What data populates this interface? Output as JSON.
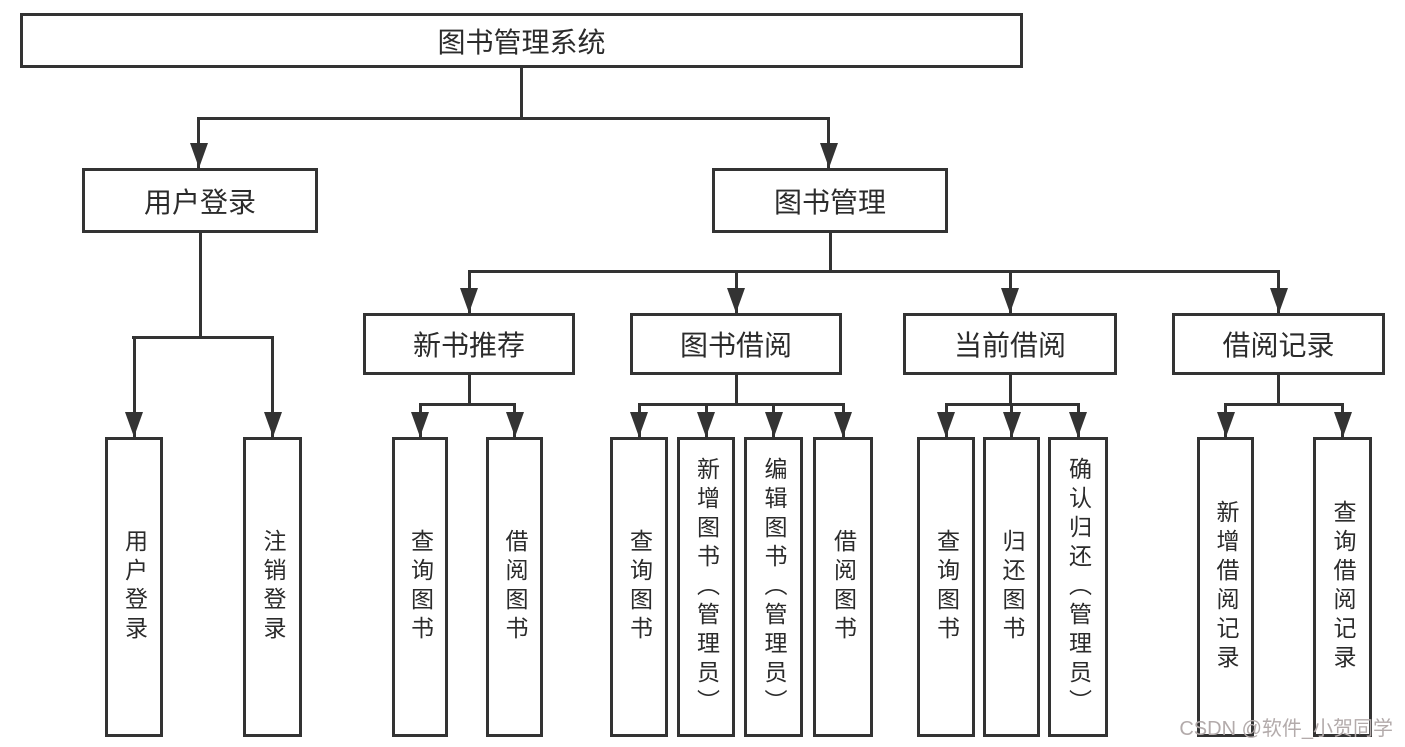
{
  "colors": {
    "background": "#ffffff",
    "line": "#333333",
    "box_border": "#333333",
    "text": "#2b2b2b",
    "watermark": "#b3abab"
  },
  "tree": {
    "root": {
      "label": "图书管理系统"
    },
    "branches": [
      {
        "label": "用户登录",
        "children": [
          {
            "label": "用户登录"
          },
          {
            "label": "注销登录"
          }
        ]
      },
      {
        "label": "图书管理",
        "children": [
          {
            "label": "新书推荐",
            "children": [
              {
                "label": "查询图书"
              },
              {
                "label": "借阅图书"
              }
            ]
          },
          {
            "label": "图书借阅",
            "children": [
              {
                "label": "查询图书"
              },
              {
                "label": "新增图书（管理员）"
              },
              {
                "label": "编辑图书（管理员）"
              },
              {
                "label": "借阅图书"
              }
            ]
          },
          {
            "label": "当前借阅",
            "children": [
              {
                "label": "查询图书"
              },
              {
                "label": "归还图书"
              },
              {
                "label": "确认归还（管理员）"
              }
            ]
          },
          {
            "label": "借阅记录",
            "children": [
              {
                "label": "新增借阅记录"
              },
              {
                "label": "查询借阅记录"
              }
            ]
          }
        ]
      }
    ]
  },
  "watermark": {
    "text": "CSDN @软件_小贺同学"
  }
}
